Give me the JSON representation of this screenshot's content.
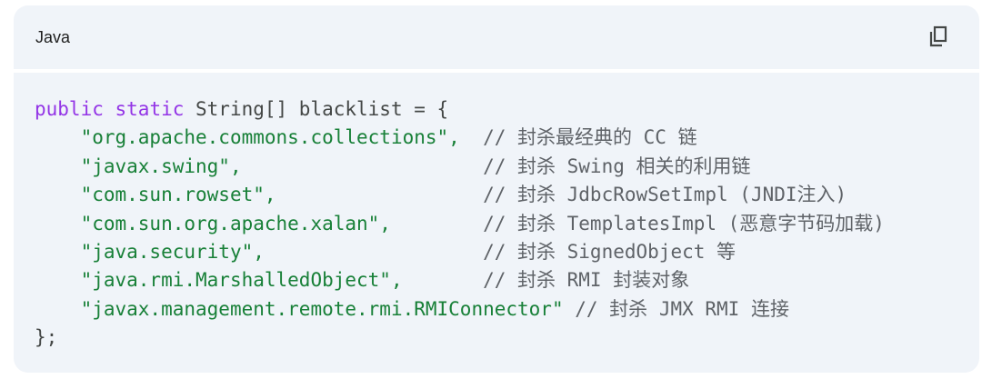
{
  "header": {
    "language": "Java",
    "copy_icon": "copy-icon"
  },
  "code": {
    "kw1": "public",
    "kw2": "static",
    "decl": " String[] blacklist = {",
    "lines": [
      {
        "str": "\"org.apache.commons.collections\",",
        "comment": "// 封杀最经典的 CC 链"
      },
      {
        "str": "\"javax.swing\",",
        "comment": "// 封杀 Swing 相关的利用链"
      },
      {
        "str": "\"com.sun.rowset\",",
        "comment": "// 封杀 JdbcRowSetImpl (JNDI注入)"
      },
      {
        "str": "\"com.sun.org.apache.xalan\",",
        "comment": "// 封杀 TemplatesImpl (恶意字节码加载)"
      },
      {
        "str": "\"java.security\",",
        "comment": "// 封杀 SignedObject 等"
      },
      {
        "str": "\"java.rmi.MarshalledObject\",",
        "comment": "// 封杀 RMI 封装对象"
      },
      {
        "str": "\"javax.management.remote.rmi.RMIConnector\"",
        "comment": "// 封杀 JMX RMI 连接"
      }
    ],
    "close": "};"
  }
}
